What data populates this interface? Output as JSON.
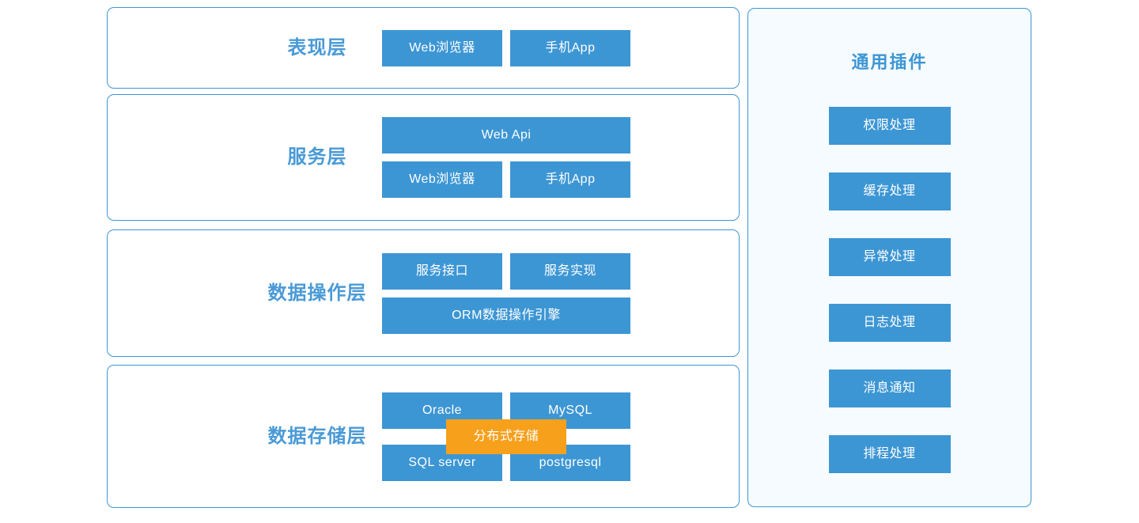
{
  "colors": {
    "node_blue": "#3d96d4",
    "label_blue": "#4a9ad6",
    "badge_orange": "#f7a01c",
    "panel_border": "#3d96d4",
    "sidebar_background": "#f5fbfe",
    "canvas_background": "#ffffff",
    "node_text": "#ffffff"
  },
  "layers": [
    {
      "label": "表现层",
      "rows": [
        {
          "items": [
            {
              "text": "Web浏览器",
              "width": "half"
            },
            {
              "text": "手机App",
              "width": "half"
            }
          ]
        }
      ]
    },
    {
      "label": "服务层",
      "rows": [
        {
          "items": [
            {
              "text": "Web  Api",
              "width": "full"
            }
          ]
        },
        {
          "items": [
            {
              "text": "Web浏览器",
              "width": "half"
            },
            {
              "text": "手机App",
              "width": "half"
            }
          ]
        }
      ]
    },
    {
      "label": "数据操作层",
      "rows": [
        {
          "items": [
            {
              "text": "服务接口",
              "width": "half"
            },
            {
              "text": "服务实现",
              "width": "half"
            }
          ]
        },
        {
          "items": [
            {
              "text": "ORM数据操作引擎",
              "width": "full"
            }
          ]
        }
      ]
    },
    {
      "label": "数据存储层",
      "rows": [
        {
          "items": [
            {
              "text": "Oracle",
              "width": "half"
            },
            {
              "text": "MySQL",
              "width": "half"
            }
          ]
        },
        {
          "items": [
            {
              "text": "SQL server",
              "width": "half"
            },
            {
              "text": "postgresql",
              "width": "half"
            }
          ]
        }
      ],
      "overlay_badge": "分布式存储"
    }
  ],
  "sidebar": {
    "title": "通用插件",
    "plugins": [
      {
        "label": "权限处理"
      },
      {
        "label": "缓存处理"
      },
      {
        "label": "异常处理"
      },
      {
        "label": "日志处理"
      },
      {
        "label": "消息通知"
      },
      {
        "label": "排程处理"
      }
    ]
  }
}
